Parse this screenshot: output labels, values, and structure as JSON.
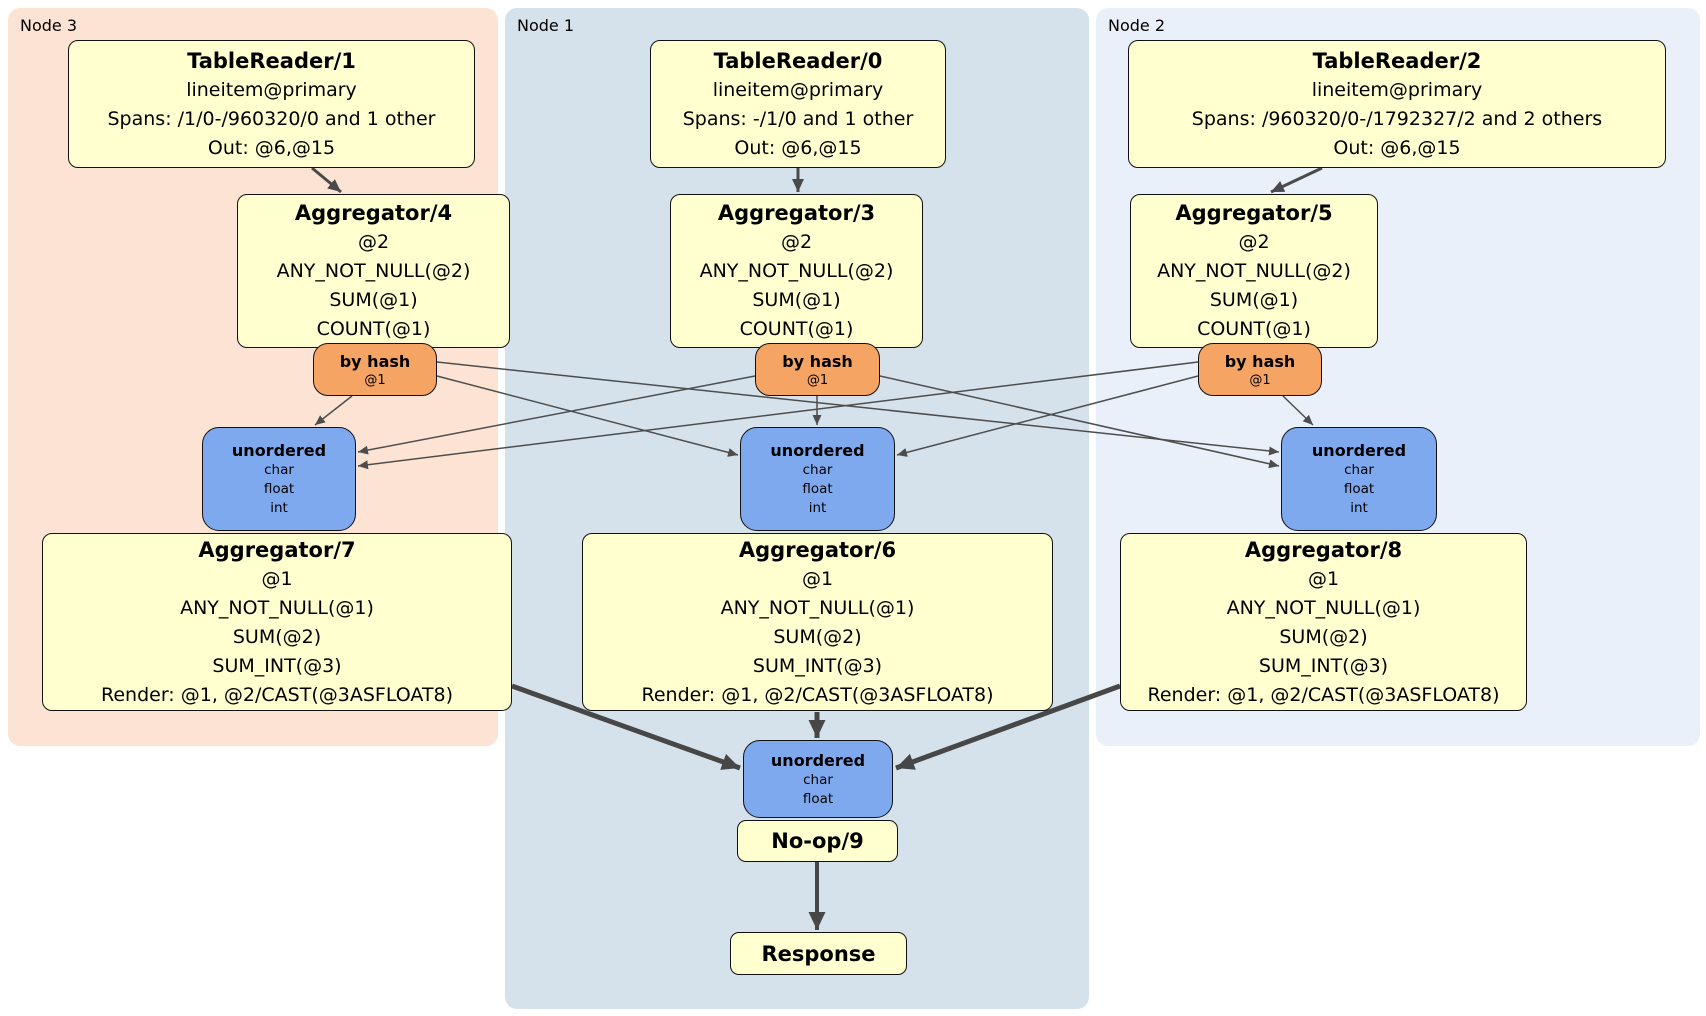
{
  "regions": {
    "node3": {
      "label": "Node 3",
      "color": "#fce3d3"
    },
    "node1": {
      "label": "Node 1",
      "color": "#d5e2ec"
    },
    "node2": {
      "label": "Node 2",
      "color": "#eaf0f9"
    }
  },
  "processors": {
    "tablereader1": {
      "title": "TableReader/1",
      "lines": [
        "lineitem@primary",
        "Spans: /1/0-/960320/0 and 1 other",
        "Out: @6,@15"
      ]
    },
    "tablereader0": {
      "title": "TableReader/0",
      "lines": [
        "lineitem@primary",
        "Spans: -/1/0 and 1 other",
        "Out: @6,@15"
      ]
    },
    "tablereader2": {
      "title": "TableReader/2",
      "lines": [
        "lineitem@primary",
        "Spans: /960320/0-/1792327/2 and 2 others",
        "Out: @6,@15"
      ]
    },
    "aggregator4": {
      "title": "Aggregator/4",
      "lines": [
        "@2",
        "ANY_NOT_NULL(@2)",
        "SUM(@1)",
        "COUNT(@1)"
      ]
    },
    "aggregator3": {
      "title": "Aggregator/3",
      "lines": [
        "@2",
        "ANY_NOT_NULL(@2)",
        "SUM(@1)",
        "COUNT(@1)"
      ]
    },
    "aggregator5": {
      "title": "Aggregator/5",
      "lines": [
        "@2",
        "ANY_NOT_NULL(@2)",
        "SUM(@1)",
        "COUNT(@1)"
      ]
    },
    "aggregator7": {
      "title": "Aggregator/7",
      "lines": [
        "@1",
        "ANY_NOT_NULL(@1)",
        "SUM(@2)",
        "SUM_INT(@3)",
        "Render: @1, @2/CAST(@3ASFLOAT8)"
      ]
    },
    "aggregator6": {
      "title": "Aggregator/6",
      "lines": [
        "@1",
        "ANY_NOT_NULL(@1)",
        "SUM(@2)",
        "SUM_INT(@3)",
        "Render: @1, @2/CAST(@3ASFLOAT8)"
      ]
    },
    "aggregator8": {
      "title": "Aggregator/8",
      "lines": [
        "@1",
        "ANY_NOT_NULL(@1)",
        "SUM(@2)",
        "SUM_INT(@3)",
        "Render: @1, @2/CAST(@3ASFLOAT8)"
      ]
    },
    "noop": {
      "title": "No-op/9"
    },
    "response": {
      "title": "Response"
    }
  },
  "router": {
    "title": "by hash",
    "detail": "@1"
  },
  "sync_hash": {
    "title": "unordered",
    "types": [
      "char",
      "float",
      "int"
    ]
  },
  "sync_final": {
    "title": "unordered",
    "types": [
      "char",
      "float"
    ]
  },
  "colors": {
    "processor_fill": "#ffffcf",
    "router_fill": "#f6a464",
    "sync_fill": "#7ea9ef",
    "region_node3": "#fce3d3",
    "region_node1": "#d5e2ec",
    "region_node2": "#eaf0f9",
    "edge_thin": "#4d4d4d",
    "edge_thick": "#474747"
  }
}
